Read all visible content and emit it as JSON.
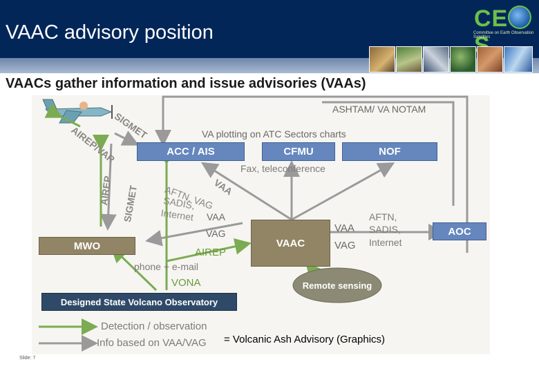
{
  "slide": {
    "title": "VAAC advisory position",
    "subtitle": "VAACs gather information and issue advisories (VAAs)",
    "logo_text": "CE",
    "logo_tail": "S",
    "logo_tagline": "Committee on Earth Observation Satellites",
    "slide_number": "Slide: 7"
  },
  "diagram": {
    "nodes": {
      "acc": "ACC / AIS",
      "cfmu": "CFMU",
      "nof": "NOF",
      "mwo": "MWO",
      "vaac": "VAAC",
      "aoc": "AOC",
      "remote_sensing": "Remote sensing",
      "observatory": "Designed State Volcano Observatory"
    },
    "labels": {
      "ashtam": "ASHTAM/ VA NOTAM",
      "va_plotting": "VA plotting on ATC Sectors charts",
      "fax": "Fax, teleconference",
      "sigmet_top": "SIGMET",
      "airep_var": "AIREP/VAR",
      "airep_left": "AIREP",
      "sigmet_left": "SIGMET",
      "vaa_diag": "VAA",
      "aftn_vag": "AFTN, VAG",
      "sadis": "SADIS,",
      "internet_left": "Internet",
      "vaa_mid": "VAA",
      "vag_mid": "VAG",
      "airep_mid": "AIREP",
      "phone": "phone +  e-mail",
      "vona": "VONA",
      "vaa_right": "VAA",
      "vag_right": "VAG",
      "aftn_right": "AFTN,",
      "sadis_right": "SADIS,",
      "internet_right": "Internet"
    },
    "legend": {
      "detection": "Detection /  observation",
      "info": "Info based on VAA/VAG",
      "note": "= Volcanic Ash Advisory (Graphics)"
    },
    "colors": {
      "blue_box": "#6587be",
      "olive_box": "#928565",
      "observatory_box": "#2f4a68",
      "grey_arrow": "#9a9a9a",
      "green_arrow": "#7bab52"
    }
  }
}
